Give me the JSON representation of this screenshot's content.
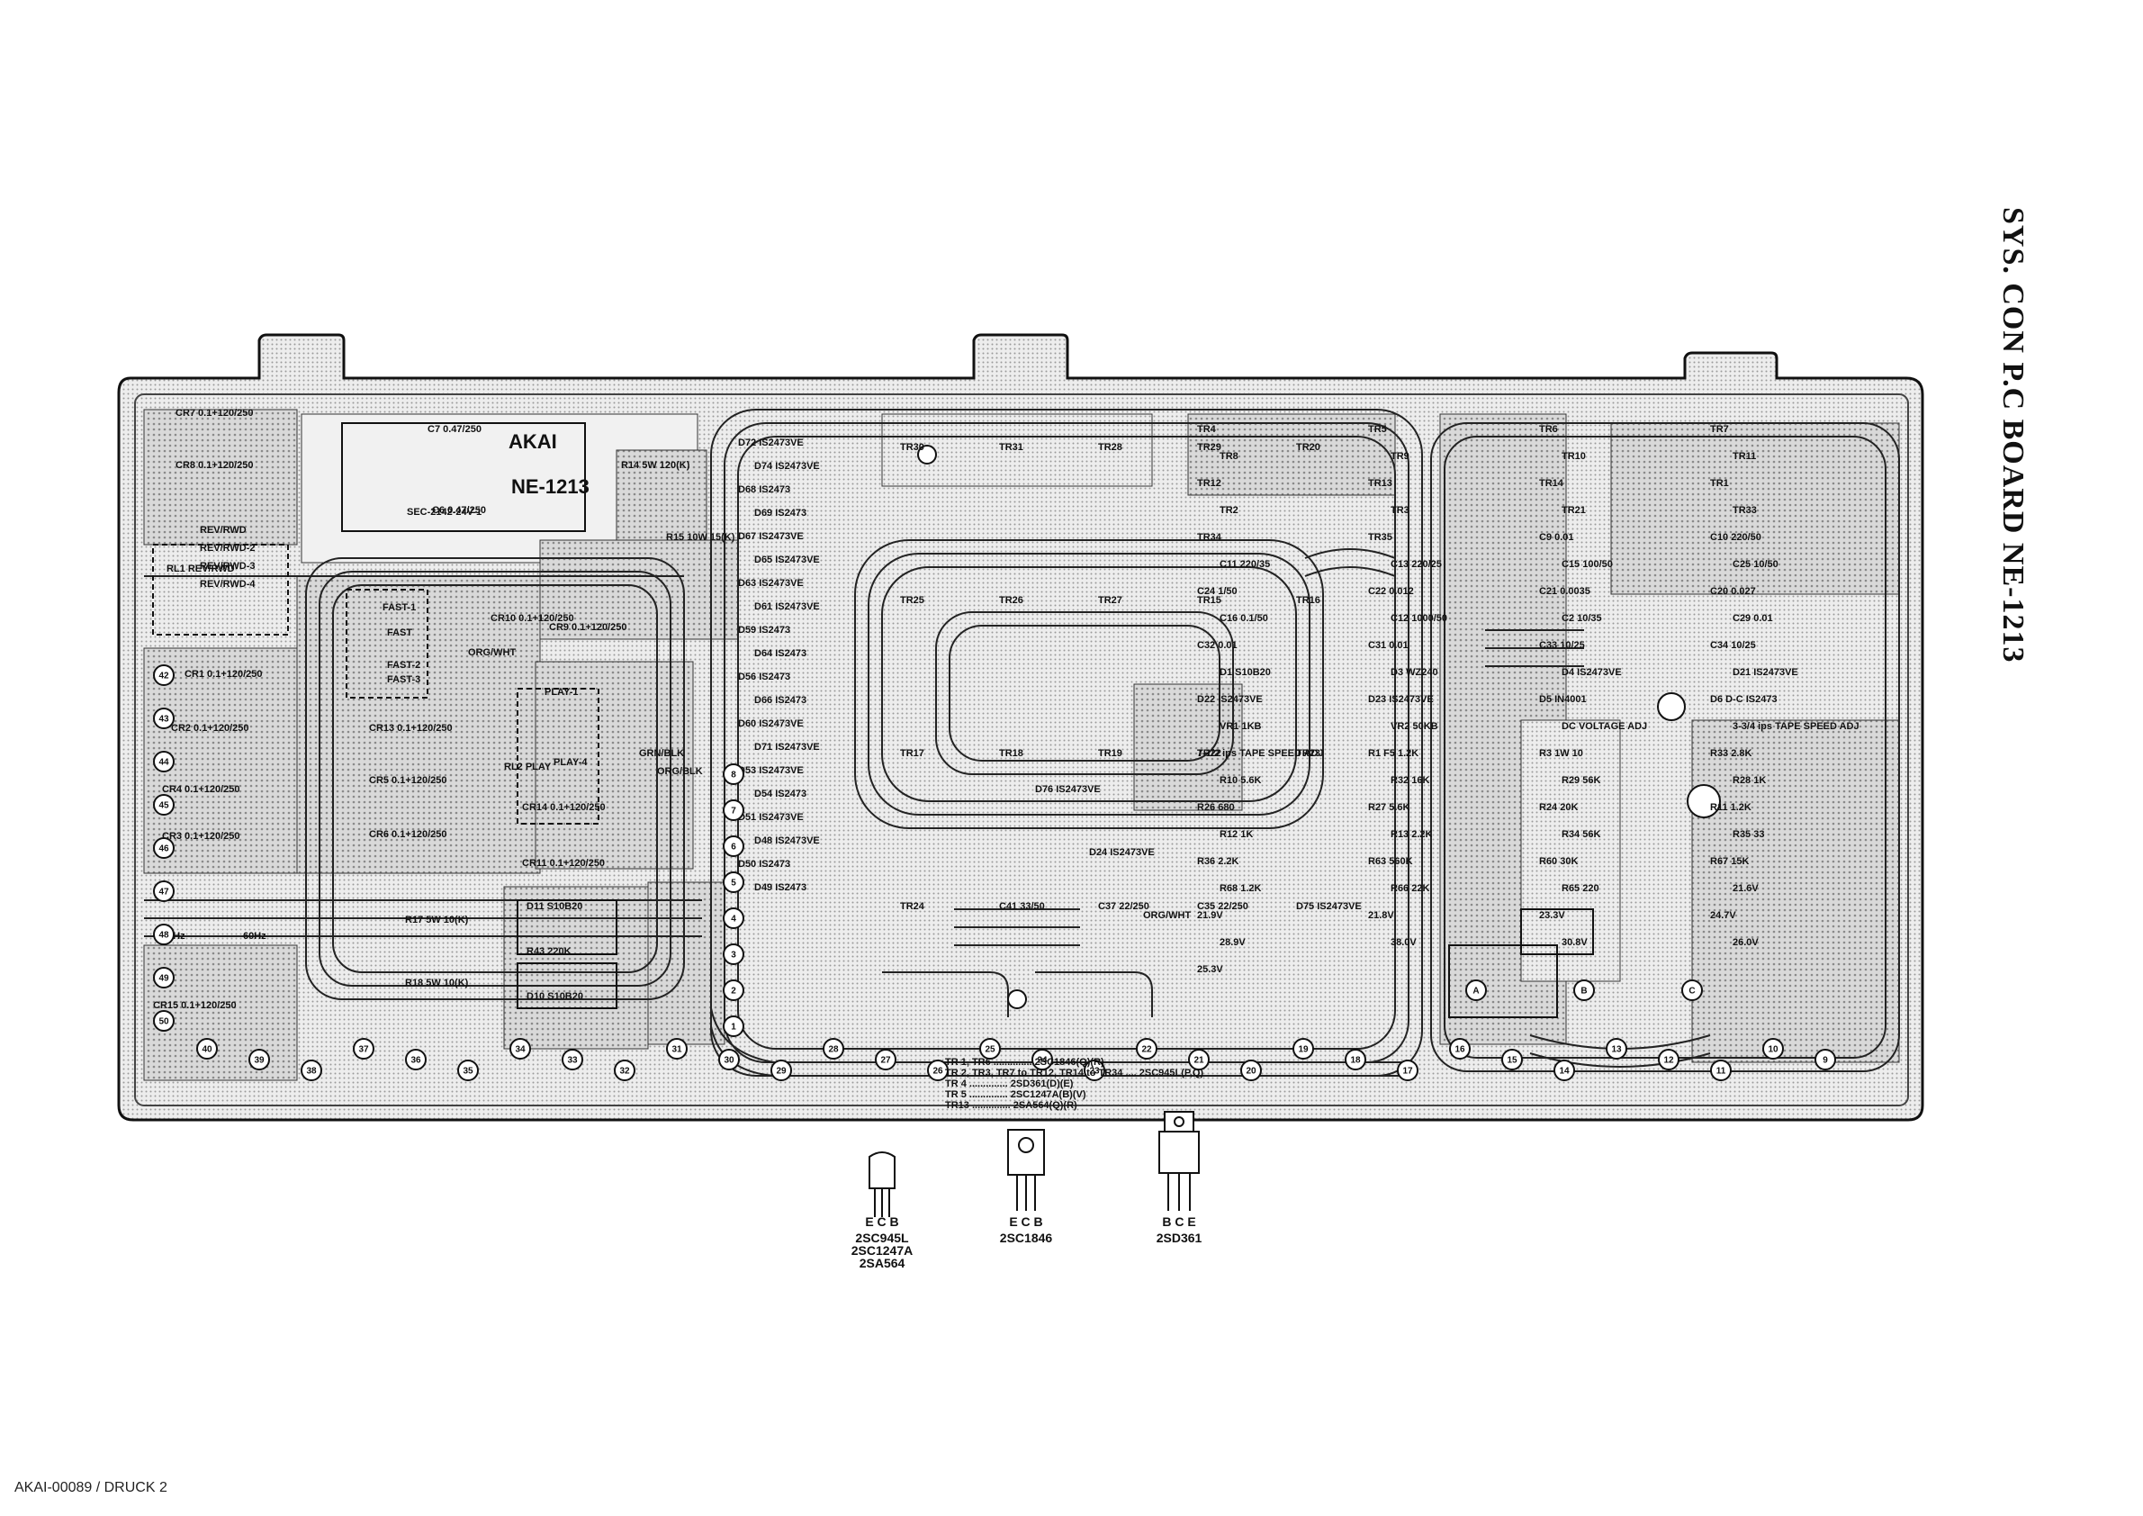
{
  "title": "SYS. CON P.C BOARD NE-1213",
  "footer": "AKAI-00089 / DRUCK 2",
  "board": {
    "silk_top": "AKAI",
    "silk_model": "NE-1213",
    "silk_code": "SEC-2142-24V-1",
    "c7": "C7 0.47/250",
    "c6": "C6 0.47/250",
    "r14": "R14 5W 120(K)",
    "r15": "R15 10W 15(K)",
    "r17": "R17 5W 10(K)",
    "r18": "R18 5W 10(K)",
    "labels_left": [
      "CR7 0.1+120/250",
      "CR8 0.1+120/250",
      "REV/RWD",
      "REV/RWD-2",
      "REV/RWD-3",
      "REV/RWD-4",
      "CR1 0.1+120/250",
      "CR2 0.1+120/250",
      "CR4 0.1+120/250",
      "CR3 0.1+120/250",
      "50Hz",
      "60Hz",
      "CR15 0.1+120/250",
      "RL1 REV/RWD"
    ],
    "labels_mid_left": [
      "FAST-1",
      "FAST",
      "FAST-2",
      "FAST-3",
      "CR13 0.1+120/250",
      "CR5 0.1+120/250",
      "CR6 0.1+120/250",
      "CR10 0.1+120/250",
      "CR9 0.1+120/250",
      "PLAY-1",
      "PLAY-4",
      "RL2 PLAY",
      "CR14 0.1+120/250",
      "CR11 0.1+120/250",
      "D11 S10B20",
      "R43 220K",
      "D10 S10B20",
      "ORG/WHT",
      "GRN/BLK",
      "ORG/BLK"
    ],
    "labels_center": [
      "D72 IS2473VE",
      "D74 IS2473VE",
      "D68 IS2473",
      "D69 IS2473",
      "D67 IS2473VE",
      "D65 IS2473VE",
      "D63 IS2473VE",
      "D61 IS2473VE",
      "D59 IS2473",
      "D64 IS2473",
      "D56 IS2473",
      "D66 IS2473",
      "D60 IS2473VE",
      "D71 IS2473VE",
      "D53 IS2473VE",
      "D54 IS2473",
      "D51 IS2473VE",
      "D48 IS2473VE",
      "D50 IS2473",
      "D49 IS2473",
      "TR30",
      "TR31",
      "TR28",
      "TR29",
      "TR20",
      "TR25",
      "TR26",
      "TR27",
      "TR15",
      "TR16",
      "TR17",
      "TR18",
      "TR19",
      "TR22",
      "TR23",
      "TR24",
      "C41 33/50",
      "C37 22/250",
      "C35 22/250",
      "D75 IS2473VE",
      "D76 IS2473VE",
      "D24 IS2473VE",
      "ORG/WHT"
    ],
    "labels_right": [
      "TR4",
      "TR5",
      "TR6",
      "TR7",
      "TR8",
      "TR9",
      "TR10",
      "TR11",
      "TR12",
      "TR13",
      "TR14",
      "TR1",
      "TR2",
      "TR3",
      "TR21",
      "TR33",
      "TR34",
      "TR35",
      "C9 0.01",
      "C10 220/50",
      "C11 220/35",
      "C13 220/25",
      "C15 100/50",
      "C25 10/50",
      "C24 1/50",
      "C22 0.012",
      "C21 0.0035",
      "C20 0.027",
      "C16 0.1/50",
      "C12 1000/50",
      "C2 10/35",
      "C29 0.01",
      "C32 0.01",
      "C31 0.01",
      "C33 10/25",
      "C34 10/25",
      "D1 S10B20",
      "D3 WZ240",
      "D4 IS2473VE",
      "D21 IS2473VE",
      "D22 IS2473VE",
      "D23 IS2473VE",
      "D5 IN4001",
      "D6 D-C IS2473",
      "VR1 1KB",
      "VR2 50KB",
      "DC VOLTAGE ADJ",
      "3-3/4 ips TAPE SPEED ADJ",
      "7-1/2 ips TAPE SPEED ADJ",
      "R1 F5 1.2K",
      "R3 1W 10",
      "R33 2.8K",
      "R10 5.6K",
      "R32 16K",
      "R29 56K",
      "R28 1K",
      "R26 680",
      "R27 5.6K",
      "R24 20K",
      "R11 1.2K",
      "R12 1K",
      "R13 2.2K",
      "R34 56K",
      "R35 33",
      "R36 2.2K",
      "R63 560K",
      "R60 30K",
      "R67 15K",
      "R68 1.2K",
      "R66 22K",
      "R65 220",
      "21.6V",
      "21.9V",
      "21.8V",
      "23.3V",
      "24.7V",
      "28.9V",
      "38.0V",
      "30.8V",
      "26.0V",
      "25.3V"
    ],
    "transistor_note": [
      "TR 1, TR6 .............. 2SC1846(Q)(R)",
      "TR 2, TR3, TR7 to TR12, TR14 to TR34 .... 2SC945L(P,Q)",
      "TR 4 .............. 2SD361(D)(E)",
      "TR 5 .............. 2SC1247A(B)(V)",
      "TR13 .............. 2SA564(Q)(R)"
    ],
    "pin_numbers": [
      "42",
      "43",
      "44",
      "45",
      "46",
      "47",
      "48",
      "49",
      "50",
      "40",
      "39",
      "38",
      "37",
      "36",
      "35",
      "34",
      "33",
      "32",
      "31",
      "30",
      "29",
      "28",
      "27",
      "26",
      "25",
      "24",
      "23",
      "22",
      "21",
      "20",
      "19",
      "18",
      "17",
      "16",
      "15",
      "14",
      "13",
      "12",
      "11",
      "10",
      "9",
      "8",
      "7",
      "6",
      "5",
      "4",
      "3",
      "2",
      "1",
      "A",
      "B",
      "C"
    ]
  },
  "packages": [
    {
      "pins": "E C B",
      "names": [
        "2SC945L",
        "2SC1247A",
        "2SA564"
      ]
    },
    {
      "pins": "E C B",
      "names": [
        "2SC1846"
      ]
    },
    {
      "pins": "B C E",
      "names": [
        "2SD361"
      ]
    }
  ]
}
